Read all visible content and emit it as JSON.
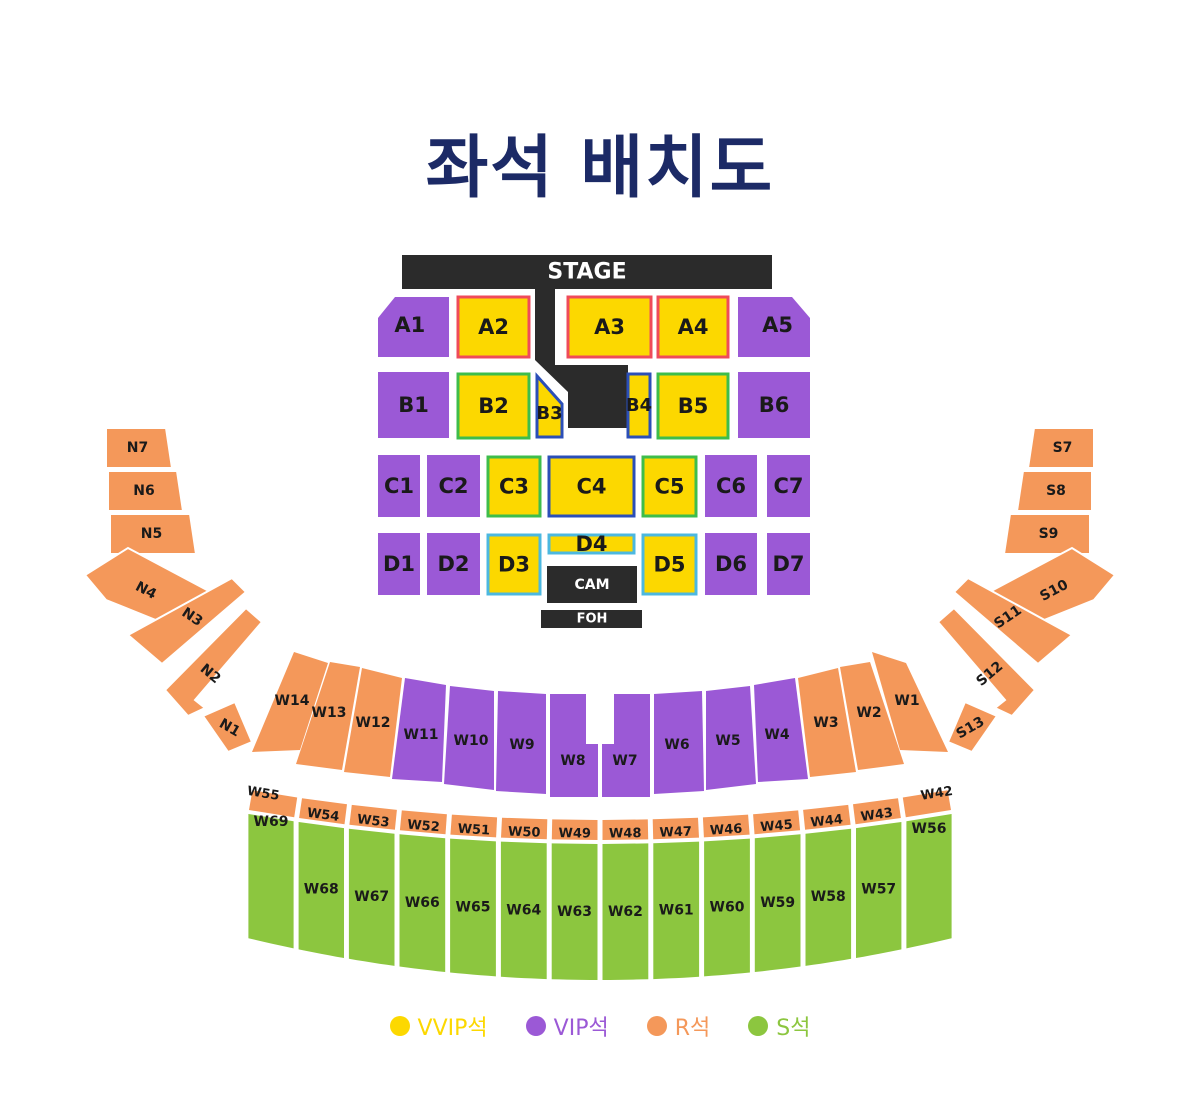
{
  "title": "좌석 배치도",
  "colors": {
    "vvip": "#fcd800",
    "vip": "#9b59d6",
    "r": "#f4985a",
    "s": "#8cc63f",
    "stage": "#2b2b2b",
    "border_red": "#ef4b5a",
    "border_green": "#3ebd4b",
    "border_blue": "#2b4fb8",
    "border_cyan": "#4cb8e0"
  },
  "stage": {
    "label": "STAGE"
  },
  "cam": {
    "label": "CAM"
  },
  "foh": {
    "label": "FOH"
  },
  "floor_sections": [
    {
      "label": "A1",
      "tier": "vip"
    },
    {
      "label": "A2",
      "tier": "vvip"
    },
    {
      "label": "A3",
      "tier": "vvip"
    },
    {
      "label": "A4",
      "tier": "vvip"
    },
    {
      "label": "A5",
      "tier": "vip"
    },
    {
      "label": "B1",
      "tier": "vip"
    },
    {
      "label": "B2",
      "tier": "vvip"
    },
    {
      "label": "B3",
      "tier": "vvip"
    },
    {
      "label": "B4",
      "tier": "vvip"
    },
    {
      "label": "B5",
      "tier": "vvip"
    },
    {
      "label": "B6",
      "tier": "vip"
    },
    {
      "label": "C1",
      "tier": "vip"
    },
    {
      "label": "C2",
      "tier": "vip"
    },
    {
      "label": "C3",
      "tier": "vvip"
    },
    {
      "label": "C4",
      "tier": "vvip"
    },
    {
      "label": "C5",
      "tier": "vvip"
    },
    {
      "label": "C6",
      "tier": "vip"
    },
    {
      "label": "C7",
      "tier": "vip"
    },
    {
      "label": "D1",
      "tier": "vip"
    },
    {
      "label": "D2",
      "tier": "vip"
    },
    {
      "label": "D3",
      "tier": "vvip"
    },
    {
      "label": "D4",
      "tier": "vvip"
    },
    {
      "label": "D5",
      "tier": "vvip"
    },
    {
      "label": "D6",
      "tier": "vip"
    },
    {
      "label": "D7",
      "tier": "vip"
    }
  ],
  "north_sections": [
    "N7",
    "N6",
    "N5",
    "N4",
    "N3",
    "N2",
    "N1"
  ],
  "south_sections": [
    "S7",
    "S8",
    "S9",
    "S10",
    "S11",
    "S12",
    "S13"
  ],
  "lower_west_sections": [
    {
      "label": "W14",
      "tier": "r"
    },
    {
      "label": "W13",
      "tier": "r"
    },
    {
      "label": "W12",
      "tier": "r"
    },
    {
      "label": "W11",
      "tier": "vip"
    },
    {
      "label": "W10",
      "tier": "vip"
    },
    {
      "label": "W9",
      "tier": "vip"
    },
    {
      "label": "W8",
      "tier": "vip"
    },
    {
      "label": "W7",
      "tier": "vip"
    },
    {
      "label": "W6",
      "tier": "vip"
    },
    {
      "label": "W5",
      "tier": "vip"
    },
    {
      "label": "W4",
      "tier": "vip"
    },
    {
      "label": "W3",
      "tier": "r"
    },
    {
      "label": "W2",
      "tier": "r"
    },
    {
      "label": "W1",
      "tier": "r"
    }
  ],
  "upper_r_sections": [
    "W55",
    "W54",
    "W53",
    "W52",
    "W51",
    "W50",
    "W49",
    "W48",
    "W47",
    "W46",
    "W45",
    "W44",
    "W43",
    "W42"
  ],
  "upper_s_sections": [
    "W69",
    "W68",
    "W67",
    "W66",
    "W65",
    "W64",
    "W63",
    "W62",
    "W61",
    "W60",
    "W59",
    "W58",
    "W57",
    "W56"
  ],
  "legend": [
    {
      "label": "VVIP석",
      "tier": "vvip"
    },
    {
      "label": "VIP석",
      "tier": "vip"
    },
    {
      "label": "R석",
      "tier": "r"
    },
    {
      "label": "S석",
      "tier": "s"
    }
  ]
}
